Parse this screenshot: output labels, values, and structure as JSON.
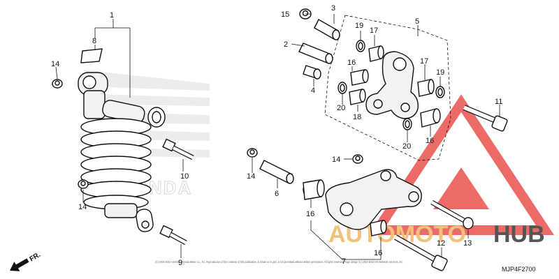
{
  "labels": {
    "l1": "1",
    "l2": "2",
    "l3": "3",
    "l4": "4",
    "l5": "5",
    "l6": "6",
    "l7": "7",
    "l8": "8",
    "l9": "9",
    "l10": "10",
    "l11": "11",
    "l12": "12",
    "l13": "13",
    "l14a": "14",
    "l14b": "14",
    "l14c": "14",
    "l14d": "14",
    "l15": "15",
    "l16a": "16",
    "l16b": "16",
    "l16c": "16",
    "l16d": "16",
    "l17a": "17",
    "l17b": "17",
    "l18": "18",
    "l19a": "19",
    "l19b": "19",
    "l20a": "20",
    "l20b": "20"
  },
  "fr_label": "FR.",
  "diagram_code": "MJP4F2700",
  "copyright": "(C) 2003-2023 American Honda Motor Co., Inc. Reproduction of the contents of this publication, in whole or in part, is not permitted without written permission. All rights reserved. Page design (C) 2003-2023 ARI Network Services, Inc.",
  "watermark": {
    "part1": "AUTOMOTO",
    "part2": "HUB"
  },
  "brand_mark": "HONDA",
  "colors": {
    "watermark_red": "#e53935",
    "watermark_orange": "#f3c27a",
    "watermark_gray": "#555555",
    "honda_wing": "#e8e8e8"
  }
}
